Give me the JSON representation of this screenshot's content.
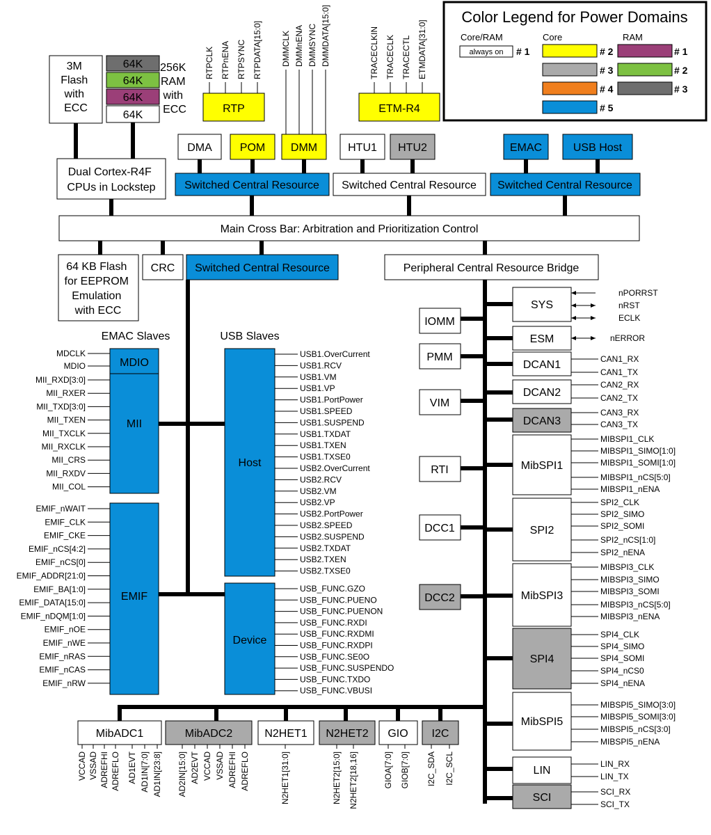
{
  "colors": {
    "white": "#ffffff",
    "yellow": "#ffff00",
    "gray": "#aaaaaa",
    "orange": "#f07f1e",
    "blue": "#0a8ed8",
    "purple": "#9b3f78",
    "green": "#7dc142",
    "darkgray": "#6e6e6e"
  },
  "legend": {
    "title": "Color Legend for Power Domains",
    "col_core_ram": "Core/RAM",
    "col_core": "Core",
    "col_ram": "RAM",
    "always_on": "always on",
    "n1": "# 1",
    "n2": "# 2",
    "n3": "# 3",
    "n4": "# 4",
    "n5": "# 5",
    "ram1": "# 1",
    "ram2": "# 2",
    "ram3": "# 3"
  },
  "top": {
    "flash": [
      "3M",
      "Flash",
      "with",
      "ECC"
    ],
    "ram_blocks": [
      "64K",
      "64K",
      "64K",
      "64K"
    ],
    "ram_label": [
      "256K",
      "RAM",
      "with",
      "ECC"
    ],
    "rtp": "RTP",
    "rtp_signals": [
      "RTPCLK",
      "RTPnENA",
      "RTPSYNC",
      "RTPDATA[15:0]"
    ],
    "dmm_signals": [
      "DMMCLK",
      "DMMnENA",
      "DMMSYNC",
      "DMMDATA[15:0]"
    ],
    "etm": "ETM-R4",
    "etm_signals": [
      "TRACECLKIN",
      "TRACECLK",
      "TRACECTL",
      "ETMDATA[31:0]"
    ]
  },
  "masters": {
    "dma": "DMA",
    "pom": "POM",
    "dmm": "DMM",
    "htu1": "HTU1",
    "htu2": "HTU2",
    "emac": "EMAC",
    "usb_host": "USB Host"
  },
  "cpu": [
    "Dual Cortex-R4F",
    "CPUs in Lockstep"
  ],
  "scr1": "Switched Central Resource",
  "scr2": "Switched Central Resource",
  "scr3": "Switched Central Resource",
  "crossbar": "Main Cross Bar: Arbitration and Prioritization Control",
  "eeprom": [
    "64 KB Flash",
    "for EEPROM",
    "Emulation",
    "with ECC"
  ],
  "crc": "CRC",
  "scr4": "Switched Central Resource",
  "pcrb": "Peripheral Central Resource Bridge",
  "emac_slaves": {
    "title": "EMAC Slaves",
    "mdio": "MDIO",
    "mii": "MII",
    "emif": "EMIF",
    "mdio_signals": [
      "MDCLK",
      "MDIO"
    ],
    "mii_signals": [
      "MII_RXD[3:0]",
      "MII_RXER",
      "MII_TXD[3:0]",
      "MII_TXEN",
      "MII_TXCLK",
      "MII_RXCLK",
      "MII_CRS",
      "MII_RXDV",
      "MII_COL"
    ],
    "emif_signals": [
      "EMIF_nWAIT",
      "EMIF_CLK",
      "EMIF_CKE",
      "EMIF_nCS[4:2]",
      "EMIF_nCS[0]",
      "EMIF_ADDR[21:0]",
      "EMIF_BA[1:0]",
      "EMIF_DATA[15:0]",
      "EMIF_nDQM[1:0]",
      "EMIF_nOE",
      "EMIF_nWE",
      "EMIF_nRAS",
      "EMIF_nCAS",
      "EMIF_nRW"
    ]
  },
  "usb_slaves": {
    "title": "USB Slaves",
    "host": "Host",
    "device": "Device",
    "host_signals": [
      "USB1.OverCurrent",
      "USB1.RCV",
      "USB1.VM",
      "USB1.VP",
      "USB1.PortPower",
      "USB1.SPEED",
      "USB1.SUSPEND",
      "USB1.TXDAT",
      "USB1.TXEN",
      "USB1.TXSE0",
      "USB2.OverCurrent",
      "USB2.RCV",
      "USB2.VM",
      "USB2.VP",
      "USB2.PortPower",
      "USB2.SPEED",
      "USB2.SUSPEND",
      "USB2.TXDAT",
      "USB2.TXEN",
      "USB2.TXSE0"
    ],
    "device_signals": [
      "USB_FUNC.GZO",
      "USB_FUNC.PUENO",
      "USB_FUNC.PUENON",
      "USB_FUNC.RXDI",
      "USB_FUNC.RXDMI",
      "USB_FUNC.RXDPI",
      "USB_FUNC.SE0O",
      "USB_FUNC.SUSPENDO",
      "USB_FUNC.TXDO",
      "USB_FUNC.VBUSI"
    ]
  },
  "left_periph": {
    "iomm": "IOMM",
    "pmm": "PMM",
    "vim": "VIM",
    "rti": "RTI",
    "dcc1": "DCC1",
    "dcc2": "DCC2"
  },
  "right_periph": {
    "sys": "SYS",
    "sys_signals": [
      "nPORRST",
      "nRST",
      "ECLK"
    ],
    "esm": "ESM",
    "esm_signals": [
      "nERROR"
    ],
    "dcan1": "DCAN1",
    "dcan1_signals": [
      "CAN1_RX",
      "CAN1_TX"
    ],
    "dcan2": "DCAN2",
    "dcan2_signals": [
      "CAN2_RX",
      "CAN2_TX"
    ],
    "dcan3": "DCAN3",
    "dcan3_signals": [
      "CAN3_RX",
      "CAN3_TX"
    ],
    "mibspi1": "MibSPI1",
    "mibspi1_signals": [
      "MIBSPI1_CLK",
      "MIBSPI1_SIMO[1:0]",
      "MIBSPI1_SOMI[1:0]",
      "MIBSPI1_nCS[5:0]",
      "MIBSPI1_nENA"
    ],
    "spi2": "SPI2",
    "spi2_signals": [
      "SPI2_CLK",
      "SPI2_SIMO",
      "SPI2_SOMI",
      "SPI2_nCS[1:0]",
      "SPI2_nENA"
    ],
    "mibspi3": "MibSPI3",
    "mibspi3_signals": [
      "MIBSPI3_CLK",
      "MIBSPI3_SIMO",
      "MIBSPI3_SOMI",
      "MIBSPI3_nCS[5:0]",
      "MIBSPI3_nENA"
    ],
    "spi4": "SPI4",
    "spi4_signals": [
      "SPI4_CLK",
      "SPI4_SIMO",
      "SPI4_SOMI",
      "SPI4_nCS0",
      "SPI4_nENA"
    ],
    "mibspi5": "MibSPI5",
    "mibspi5_signals": [
      "MIBSPI5_SIMO[3:0]",
      "MIBSPI5_SOMI[3:0]",
      "MIBSPI5_nCS[3:0]",
      "MIBSPI5_nENA"
    ],
    "lin": "LIN",
    "lin_signals": [
      "LIN_RX",
      "LIN_TX"
    ],
    "sci": "SCI",
    "sci_signals": [
      "SCI_RX",
      "SCI_TX"
    ]
  },
  "bottom": {
    "mibadc1": "MibADC1",
    "mibadc1_signals": [
      "VCCAD",
      "VSSAD",
      "ADREFHI",
      "ADREFLO",
      "AD1EVT",
      "AD1IN[7:0]",
      "AD1IN[23:8]"
    ],
    "mibadc2": "MibADC2",
    "mibadc2_signals": [
      "AD2IN[15:0]",
      "AD2EVT",
      "VCCAD",
      "VSSAD",
      "ADREFHI",
      "ADREFLO"
    ],
    "n2het1": "N2HET1",
    "n2het1_signals": [
      "N2HET1[31:0]"
    ],
    "n2het2": "N2HET2",
    "n2het2_signals": [
      "N2HET2[15:0]",
      "N2HET2[18,16]"
    ],
    "gio": "GIO",
    "gio_signals": [
      "GIOA[7:0]",
      "GIOB[7:0]"
    ],
    "i2c": "I2C",
    "i2c_signals": [
      "I2C_SDA",
      "I2C_SCL"
    ]
  }
}
